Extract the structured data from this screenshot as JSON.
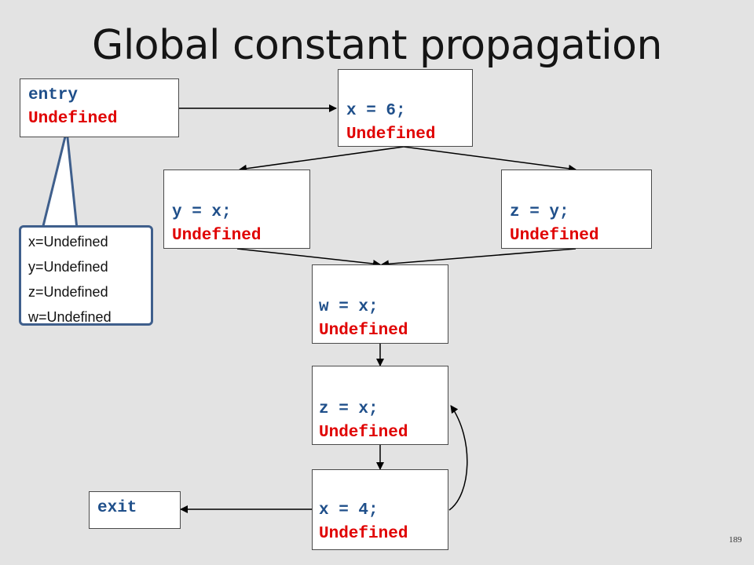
{
  "title": "Global constant propagation",
  "page_number": "189",
  "nodes": {
    "entry": {
      "code": "entry",
      "state": "Undefined"
    },
    "x6": {
      "code": "x = 6;",
      "state": "Undefined"
    },
    "yx": {
      "code": "y = x;",
      "state": "Undefined"
    },
    "zy": {
      "code": "z = y;",
      "state": "Undefined"
    },
    "wx": {
      "code": "w = x;",
      "state": "Undefined"
    },
    "zx": {
      "code": "z = x;",
      "state": "Undefined"
    },
    "x4": {
      "code": "x = 4;",
      "state": "Undefined"
    },
    "exit": {
      "code": "exit"
    }
  },
  "callout": {
    "lines": [
      "x=Undefined",
      "y=Undefined",
      "z=Undefined",
      "w=Undefined"
    ]
  },
  "colors": {
    "code": "#1f4f8a",
    "state": "#e00000",
    "callout_border": "#3f5f8c",
    "background": "#e3e3e3"
  }
}
